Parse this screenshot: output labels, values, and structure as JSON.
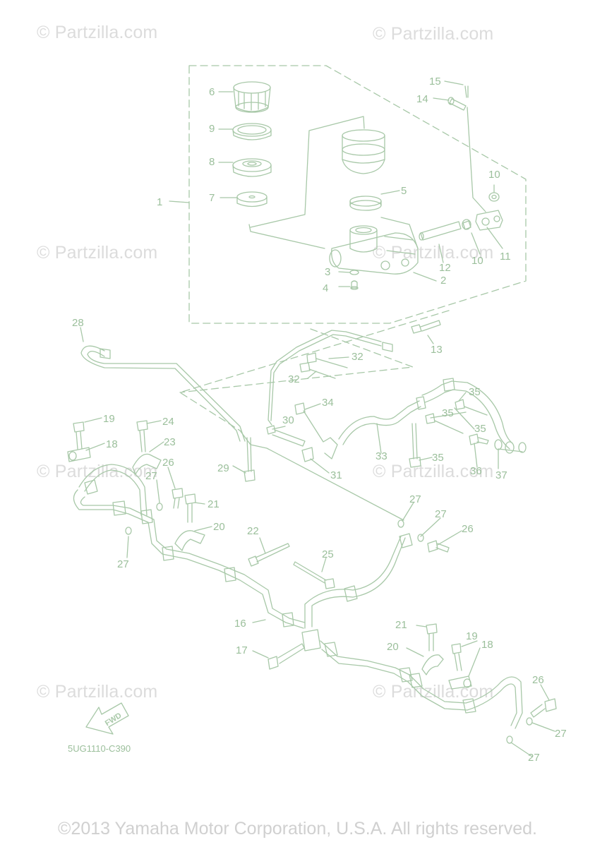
{
  "watermarks": [
    "© Partzilla.com",
    "© Partzilla.com",
    "© Partzilla.com",
    "© Partzilla.com",
    "© Partzilla.com",
    "© Partzilla.com",
    "© Partzilla.com",
    "© Partzilla.com"
  ],
  "copyright": "©2013 Yamaha Motor Corporation, U.S.A. All rights reserved.",
  "diagram_code": "5UG1110-C390",
  "fwd_label": "FWD",
  "colors": {
    "line": "#a8c8a8",
    "label": "#9bbf9b",
    "watermark": "#dcdcdc"
  },
  "callouts": [
    "1",
    "2",
    "3",
    "4",
    "5",
    "6",
    "7",
    "8",
    "9",
    "10",
    "10",
    "11",
    "12",
    "13",
    "14",
    "15",
    "16",
    "17",
    "18",
    "18",
    "19",
    "19",
    "20",
    "20",
    "21",
    "21",
    "22",
    "23",
    "24",
    "25",
    "26",
    "26",
    "26",
    "27",
    "27",
    "27",
    "27",
    "27",
    "27",
    "27",
    "27",
    "28",
    "29",
    "30",
    "31",
    "32",
    "32",
    "33",
    "34",
    "35",
    "35",
    "35",
    "35",
    "36",
    "37"
  ]
}
